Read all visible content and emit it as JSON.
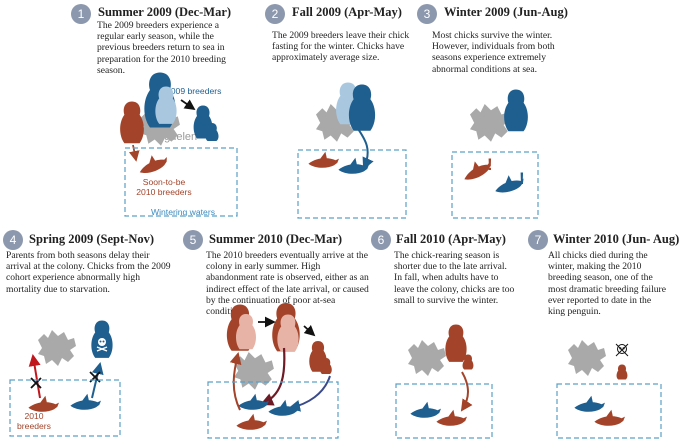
{
  "panels": [
    {
      "num": "1",
      "title": "Summer 2009 (Dec-Mar)",
      "text": "The 2009 breeders experience a regular early season, while the previous breeders return to sea in preparation for the 2010 breeding season."
    },
    {
      "num": "2",
      "title": "Fall 2009 (Apr-May)",
      "text": "The 2009 breeders leave their chick fasting for the winter. Chicks have approximately average size."
    },
    {
      "num": "3",
      "title": "Winter 2009 (Jun-Aug)",
      "text": "Most chicks survive the winter. However, individuals from both seasons experience extremely abnormal conditions at sea."
    },
    {
      "num": "4",
      "title": "Spring 2009 (Sept-Nov)",
      "text": "Parents from both seasons delay their arrival at the colony. Chicks from the 2009 cohort experience abnormally high mortality due to starvation."
    },
    {
      "num": "5",
      "title": "Summer 2010 (Dec-Mar)",
      "text": "The 2010 breeders eventually arrive at the colony in early summer. High abandonment rate is observed, either as an indirect effect of the late arrival, or caused by the continuation of poor at-sea conditions."
    },
    {
      "num": "6",
      "title": "Fall 2010 (Apr-May)",
      "text": "The chick-rearing season is shorter due to the late arrival. In fall, when adults have to leave the colony, chicks are too small to survive the winter."
    },
    {
      "num": "7",
      "title": "Winter 2010 (Jun- Aug)",
      "text": "All chicks died during the winter, making the 2010 breeding season, one of the most dramatic breeding failure ever reported to date in the king penguin."
    }
  ],
  "labels": {
    "breeders_2009": "2009 breeders",
    "kerguelen": "Kerguelen",
    "soon_line1": "Soon-to-be",
    "soon_line2": "2010 breeders",
    "wintering": "Wintering waters",
    "breeders_2010_line1": "2010",
    "breeders_2010_line2": "breeders",
    "exclaim": "!"
  },
  "colors": {
    "blue": "#1f5f8f",
    "blue_light": "#a9c8e0",
    "red": "#a3442a",
    "red_light": "#e7b3a6",
    "island": "#a9a9a9",
    "box": "#5aa0c8",
    "dark_red": "#6e1b26",
    "bright_red": "#c0161c",
    "number_badge": "#8c98ad"
  },
  "icons": {
    "penguin": "penguin-icon",
    "chick": "chick-icon",
    "island": "island-icon",
    "skull": "skull-crossbones-icon",
    "cross": "cross-mark-icon"
  }
}
